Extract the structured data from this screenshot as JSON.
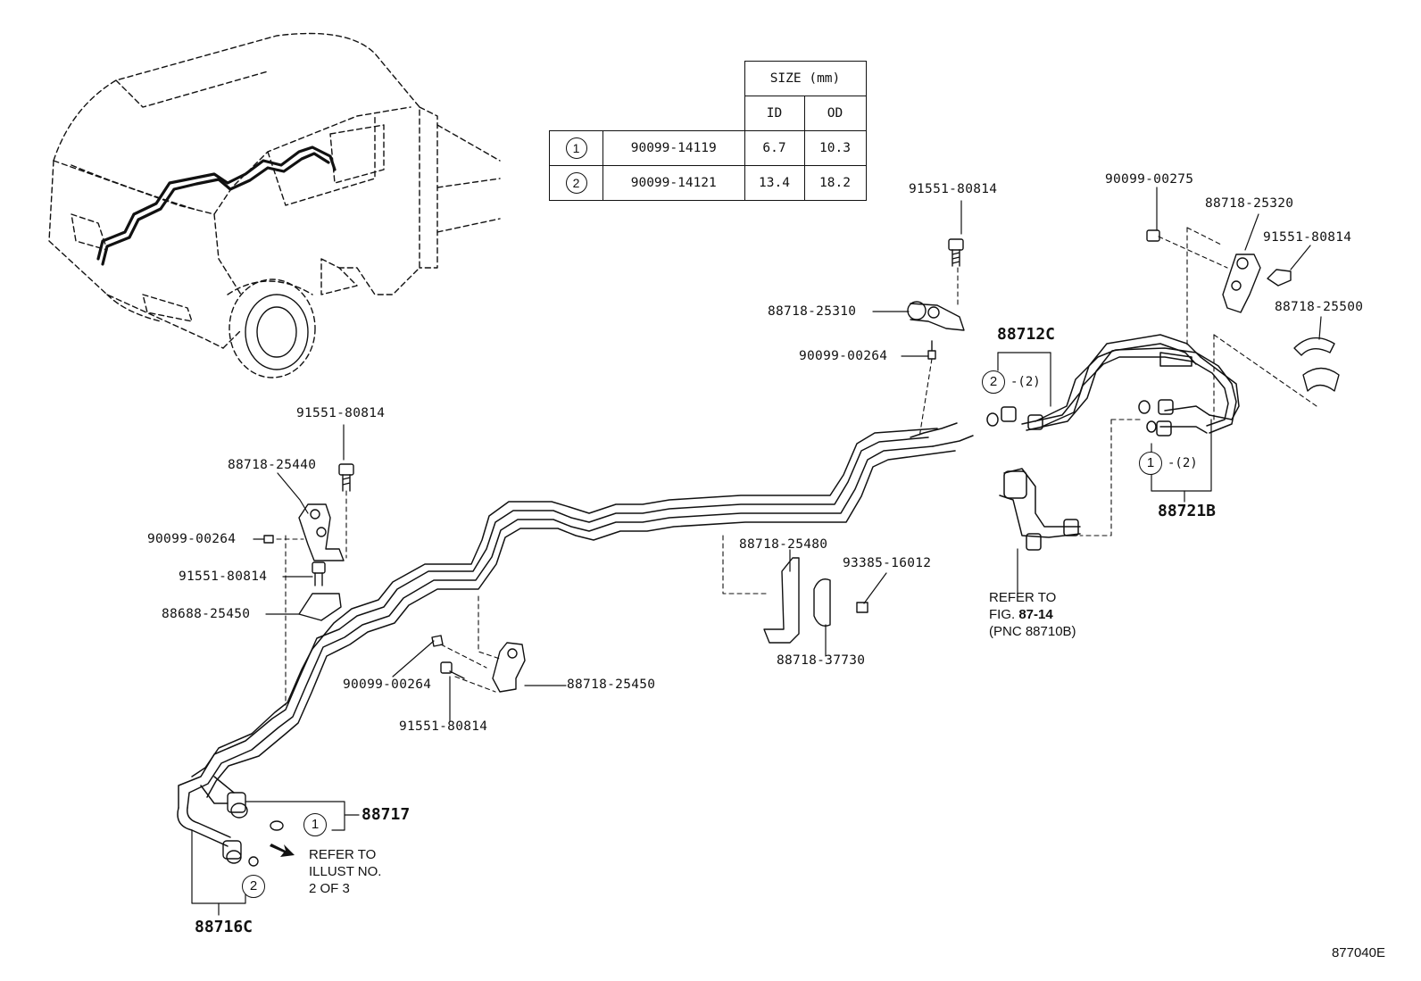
{
  "size_table": {
    "header": "SIZE (mm)",
    "col_id": "ID",
    "col_od": "OD",
    "rows": [
      {
        "mark": "1",
        "part": "90099-14119",
        "id": "6.7",
        "od": "10.3"
      },
      {
        "mark": "2",
        "part": "90099-14121",
        "id": "13.4",
        "od": "18.2"
      }
    ]
  },
  "labels": {
    "p91551_top": "91551-80814",
    "p90099_00275": "90099-00275",
    "p88718_25320": "88718-25320",
    "p91551_right": "91551-80814",
    "p88718_25500": "88718-25500",
    "p88718_25310": "88718-25310",
    "p90099_00264_top": "90099-00264",
    "p88712c": "88712C",
    "p88712c_suffix": "-(2)",
    "p91551_left_top": "91551-80814",
    "p88718_25440": "88718-25440",
    "p90099_00264_left": "90099-00264",
    "p91551_left_mid": "91551-80814",
    "p88688_25450": "88688-25450",
    "p88718_25480": "88718-25480",
    "p93385_16012": "93385-16012",
    "p88718_37730": "88718-37730",
    "p88721b": "88721B",
    "p88721b_suffix": "-(2)",
    "p90099_00264_mid": "90099-00264",
    "p88718_25450": "88718-25450",
    "p91551_mid_bottom": "91551-80814",
    "p88717": "88717",
    "p88716c": "88716C"
  },
  "circles": {
    "c1": "1",
    "c2": "2"
  },
  "notes": {
    "refer_fig_line1": "REFER TO",
    "refer_fig_line2a": "FIG. ",
    "refer_fig_line2b": "87-14",
    "refer_fig_line3": "(PNC 88710B)",
    "refer_illust_line1": "REFER TO",
    "refer_illust_line2": "ILLUST NO.",
    "refer_illust_line3": "2 OF 3"
  },
  "drawing_code": "877040E"
}
